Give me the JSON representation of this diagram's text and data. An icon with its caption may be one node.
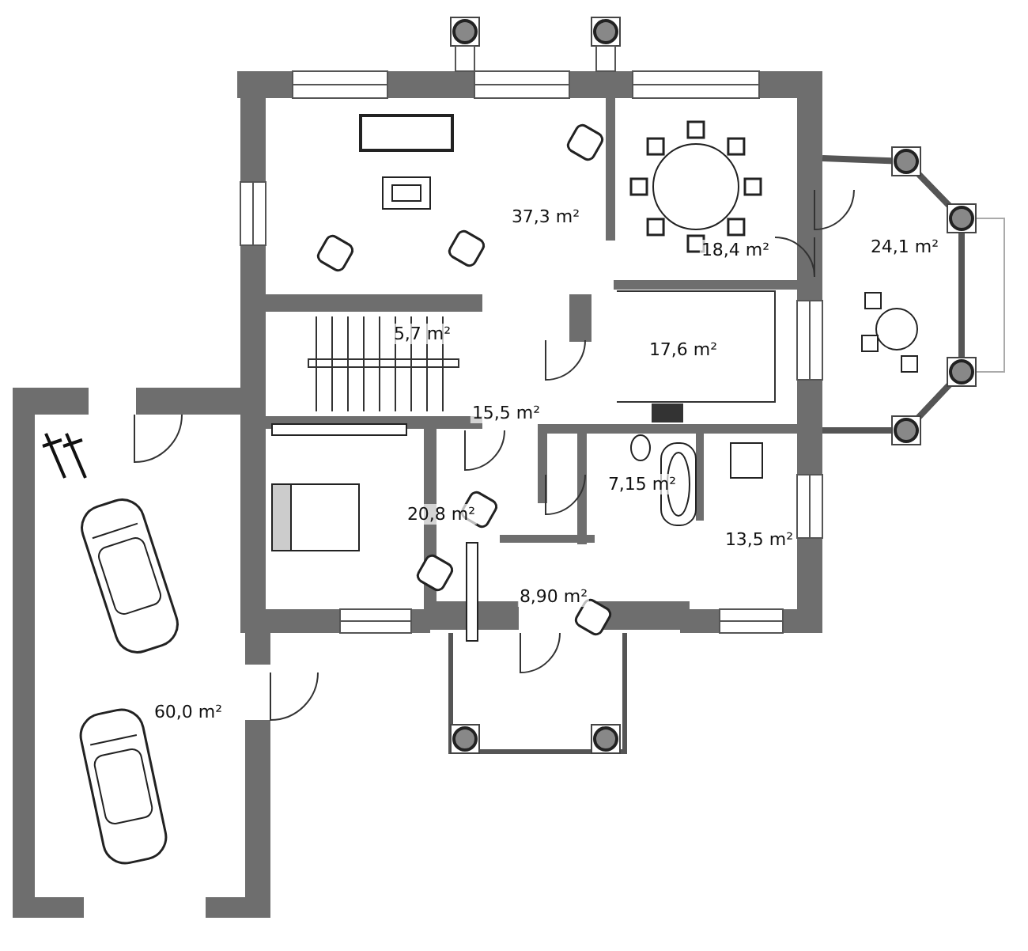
{
  "diagram": {
    "labels": [
      "37,3 m²",
      "18,4 m²",
      "24,1 m²",
      "5,7 m²",
      "17,6 m²",
      "15,5 m²",
      "7,15 m²",
      "20,8 m²",
      "13,5 m²",
      "8,90 m²",
      "60,0 m²"
    ]
  }
}
